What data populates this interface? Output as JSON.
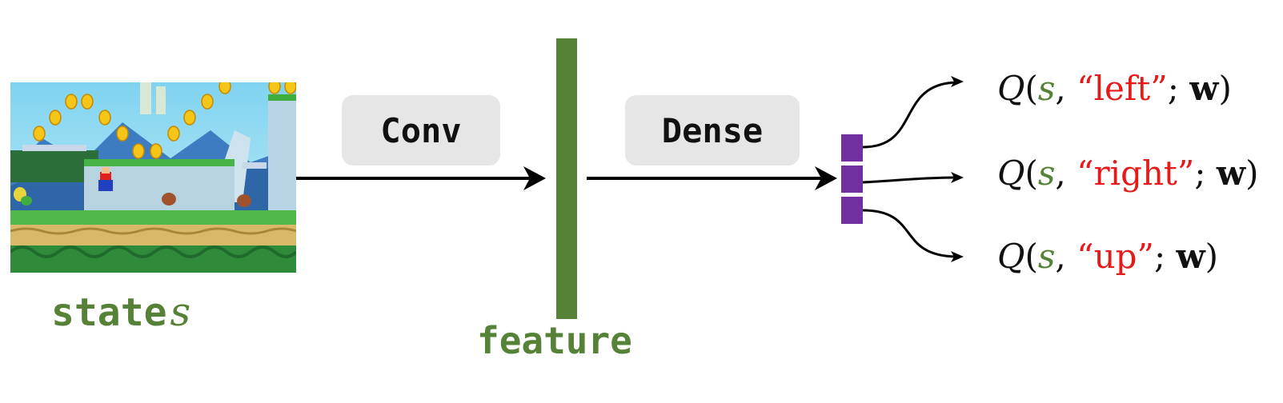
{
  "state_label": {
    "text": "state",
    "var": "s"
  },
  "conv_label": "Conv",
  "dense_label": "Dense",
  "feature_label": "feature",
  "outputs": [
    {
      "q": "Q",
      "open": "(",
      "s": "s",
      "comma": ",",
      "action": "“left”",
      "semi": ";",
      "w": "w",
      "close": ")"
    },
    {
      "q": "Q",
      "open": "(",
      "s": "s",
      "comma": ",",
      "action": "“right”",
      "semi": ";",
      "w": "w",
      "close": ")"
    },
    {
      "q": "Q",
      "open": "(",
      "s": "s",
      "comma": ",",
      "action": "“up”",
      "semi": ";",
      "w": "w",
      "close": ")"
    }
  ],
  "colors": {
    "feature": "#558236",
    "qcells": "#7030a0",
    "action": "#e31b1b",
    "box": "#e6e6e6"
  }
}
